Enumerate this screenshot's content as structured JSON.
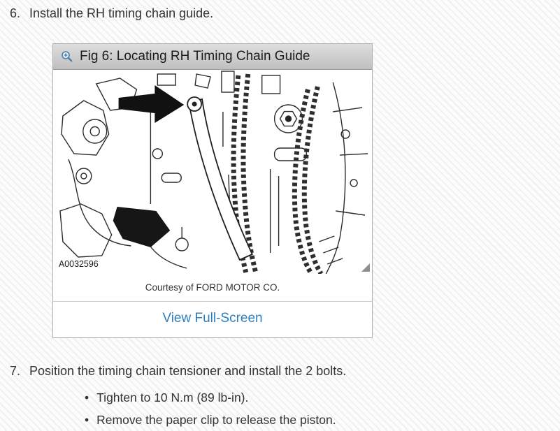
{
  "colors": {
    "link": "#2e7fbf",
    "header_background": "#c9c9c9",
    "text": "#333333",
    "figure_border": "#adadad"
  },
  "bullet_glyph": "•",
  "steps": [
    {
      "number": "6.",
      "text": "Install the RH timing chain guide."
    },
    {
      "number": "7.",
      "text": "Position the timing chain tensioner and install the 2 bolts.",
      "bullets": [
        "Tighten to 10 N.m (89 lb-in).",
        "Remove the paper clip to release the piston."
      ]
    }
  ],
  "figure": {
    "title": "Fig 6: Locating RH Timing Chain Guide",
    "zoom_icon": "magnifier-plus-icon",
    "drawing_label": "A0032596",
    "caption": "Courtesy of FORD MOTOR CO.",
    "fullscreen_link": "View Full-Screen"
  }
}
